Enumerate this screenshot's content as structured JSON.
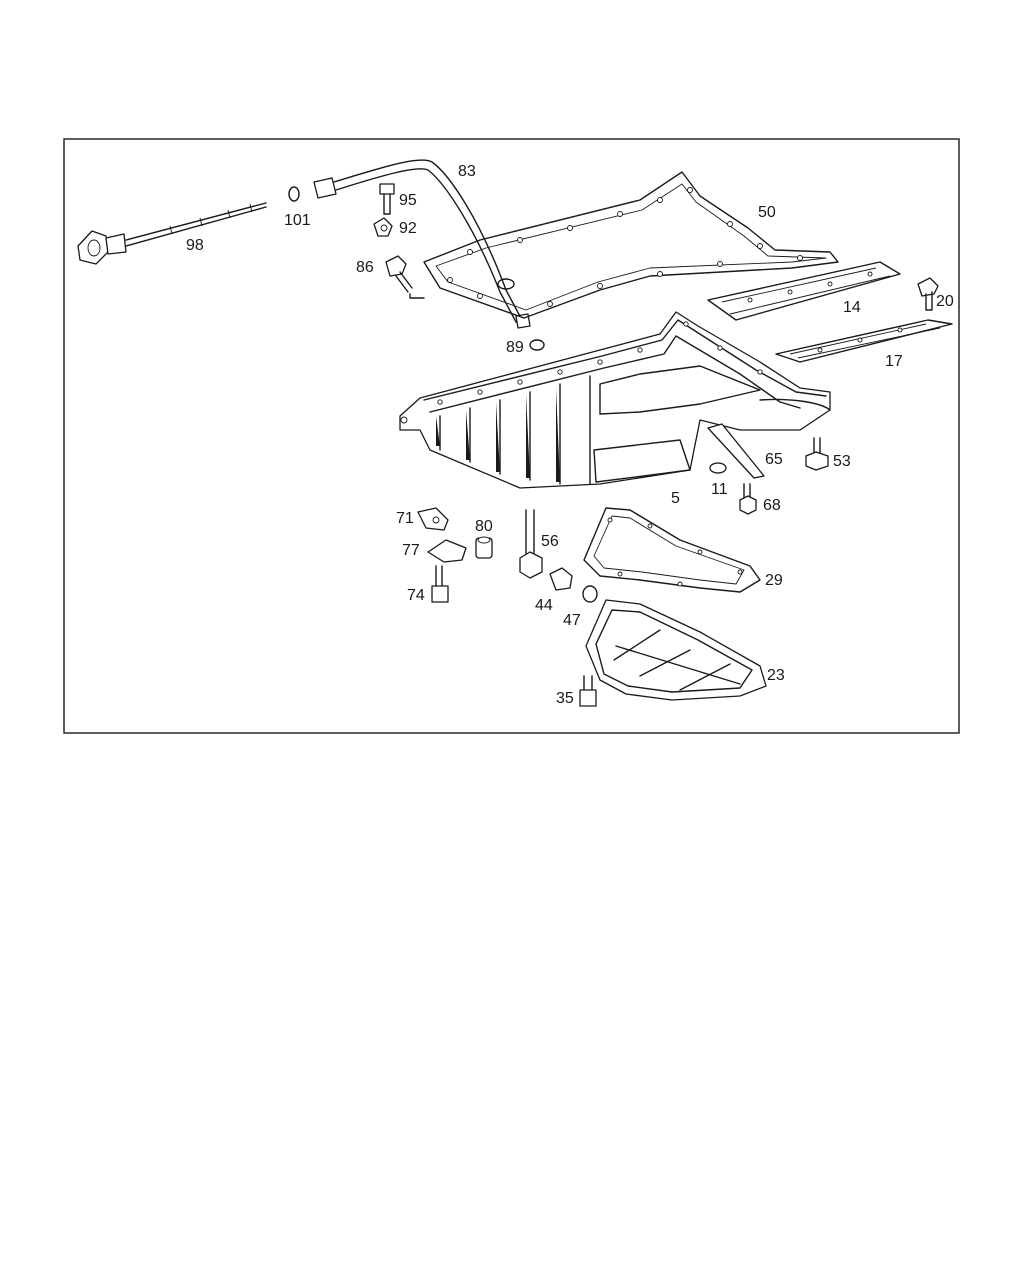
{
  "callouts": {
    "c98": "98",
    "c101": "101",
    "c83": "83",
    "c95": "95",
    "c92": "92",
    "c86": "86",
    "c50": "50",
    "c89": "89",
    "c14": "14",
    "c20": "20",
    "c17": "17",
    "c65": "65",
    "c53": "53",
    "c11": "11",
    "c5": "5",
    "c68": "68",
    "c71": "71",
    "c80": "80",
    "c77": "77",
    "c56": "56",
    "c74": "74",
    "c44": "44",
    "c47": "47",
    "c29": "29",
    "c23": "23",
    "c35": "35"
  },
  "colors": {
    "line": "#1a1a1a",
    "background": "#ffffff"
  }
}
